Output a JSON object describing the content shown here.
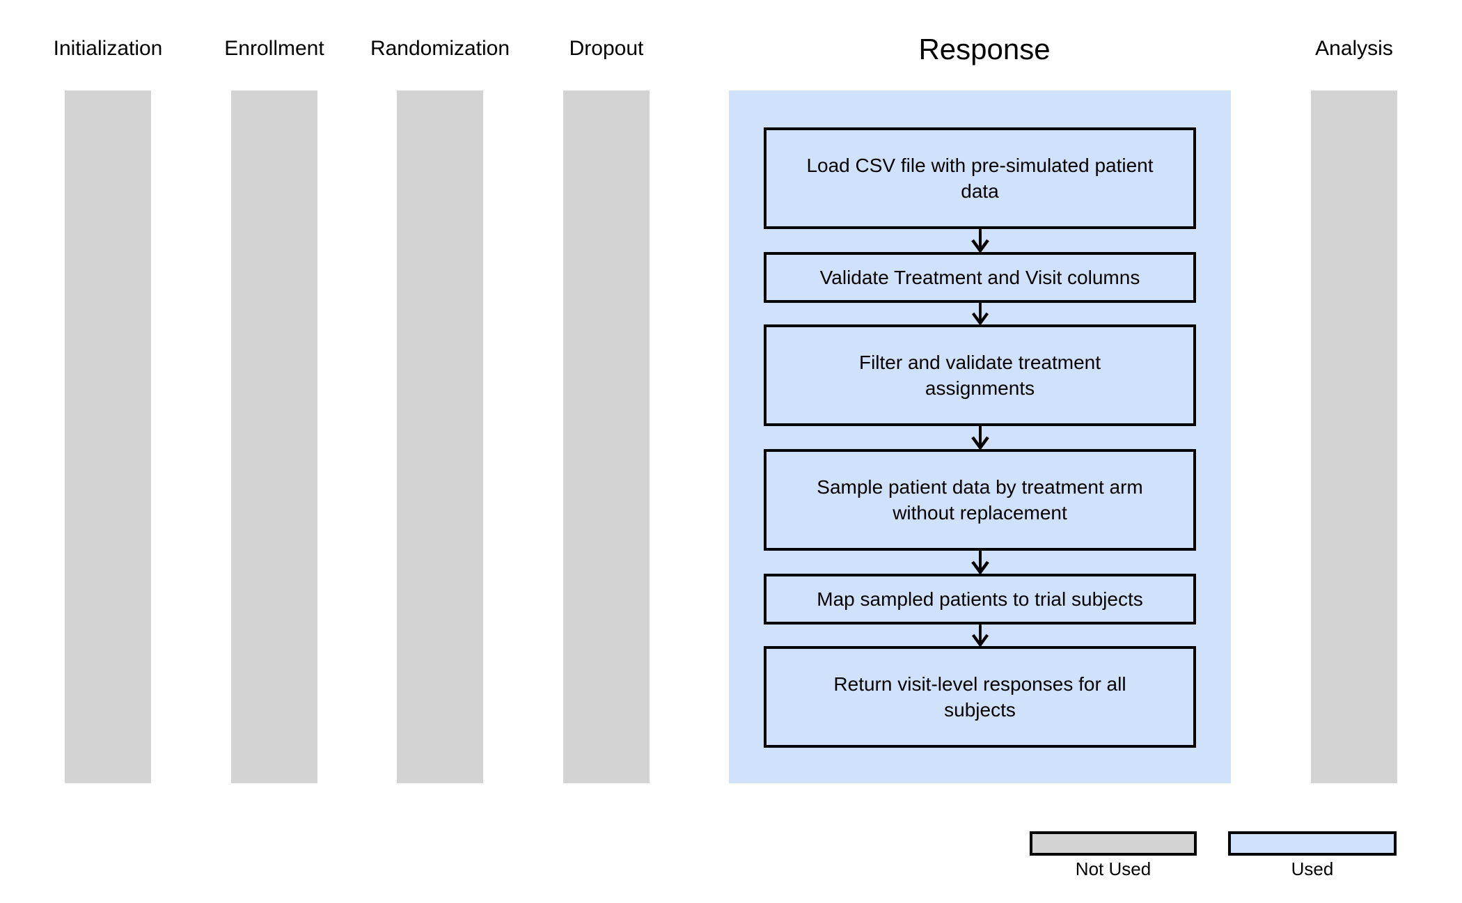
{
  "figure": {
    "columns": [
      {
        "label": "Initialization",
        "status": "Not Used"
      },
      {
        "label": "Enrollment",
        "status": "Not Used"
      },
      {
        "label": "Randomization",
        "status": "Not Used"
      },
      {
        "label": "Dropout",
        "status": "Not Used"
      },
      {
        "label": "Response",
        "status": "Used"
      },
      {
        "label": "Analysis",
        "status": "Not Used"
      }
    ],
    "response_steps": [
      {
        "lines": [
          "Load CSV file with pre-simulated patient",
          "data"
        ]
      },
      {
        "lines": [
          "Validate Treatment and Visit columns"
        ]
      },
      {
        "lines": [
          "Filter and validate treatment",
          "assignments"
        ]
      },
      {
        "lines": [
          "Sample patient data by treatment arm",
          "without replacement"
        ]
      },
      {
        "lines": [
          "Map sampled patients to trial subjects"
        ]
      },
      {
        "lines": [
          "Return visit-level responses for all",
          "subjects"
        ]
      }
    ],
    "legend": [
      {
        "label": "Not Used",
        "swatch": "gray"
      },
      {
        "label": "Used",
        "swatch": "blue"
      }
    ],
    "colors": {
      "used_fill": "#d0e1fb",
      "not_used_fill": "#d3d3d3",
      "outline": "#000000",
      "background": "#ffffff"
    }
  }
}
